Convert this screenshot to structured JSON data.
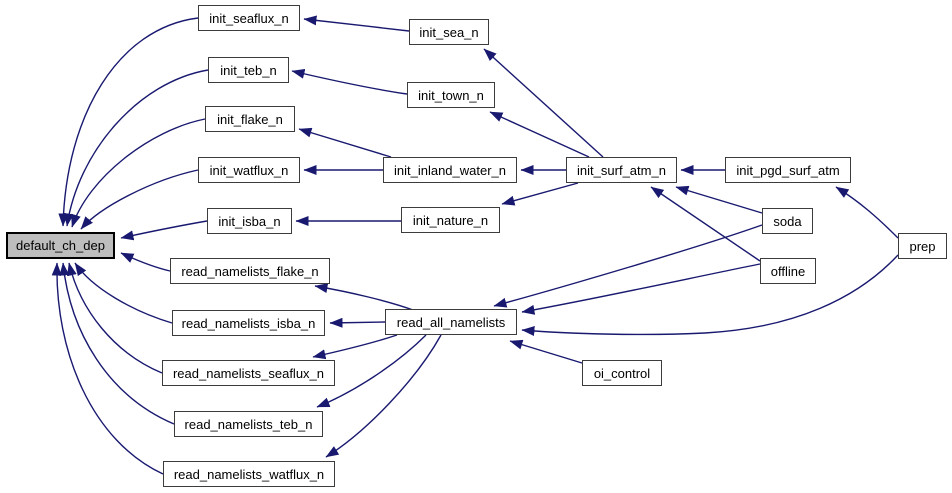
{
  "diagram": {
    "kind": "caller-graph",
    "root_node": "default_ch_dep",
    "colors": {
      "edge": "#191970",
      "box_fill": "#ffffff",
      "box_border": "#3c3c3c",
      "root_fill": "#bdbdbd",
      "root_border": "#000000",
      "text": "#000000"
    },
    "nodes": [
      {
        "id": "default_ch_dep",
        "label": "default_ch_dep"
      },
      {
        "id": "init_seaflux_n",
        "label": "init_seaflux_n"
      },
      {
        "id": "init_teb_n",
        "label": "init_teb_n"
      },
      {
        "id": "init_flake_n",
        "label": "init_flake_n"
      },
      {
        "id": "init_watflux_n",
        "label": "init_watflux_n"
      },
      {
        "id": "init_isba_n",
        "label": "init_isba_n"
      },
      {
        "id": "read_namelists_flake_n",
        "label": "read_namelists_flake_n"
      },
      {
        "id": "read_namelists_isba_n",
        "label": "read_namelists_isba_n"
      },
      {
        "id": "read_namelists_seaflux_n",
        "label": "read_namelists_seaflux_n"
      },
      {
        "id": "read_namelists_teb_n",
        "label": "read_namelists_teb_n"
      },
      {
        "id": "read_namelists_watflux_n",
        "label": "read_namelists_watflux_n"
      },
      {
        "id": "init_sea_n",
        "label": "init_sea_n"
      },
      {
        "id": "init_town_n",
        "label": "init_town_n"
      },
      {
        "id": "init_inland_water_n",
        "label": "init_inland_water_n"
      },
      {
        "id": "init_nature_n",
        "label": "init_nature_n"
      },
      {
        "id": "read_all_namelists",
        "label": "read_all_namelists"
      },
      {
        "id": "init_surf_atm_n",
        "label": "init_surf_atm_n"
      },
      {
        "id": "oi_control",
        "label": "oi_control"
      },
      {
        "id": "init_pgd_surf_atm",
        "label": "init_pgd_surf_atm"
      },
      {
        "id": "soda",
        "label": "soda"
      },
      {
        "id": "offline",
        "label": "offline"
      },
      {
        "id": "prep",
        "label": "prep"
      }
    ],
    "edges": [
      {
        "from": "init_seaflux_n",
        "to": "default_ch_dep"
      },
      {
        "from": "init_teb_n",
        "to": "default_ch_dep"
      },
      {
        "from": "init_flake_n",
        "to": "default_ch_dep"
      },
      {
        "from": "init_watflux_n",
        "to": "default_ch_dep"
      },
      {
        "from": "init_isba_n",
        "to": "default_ch_dep"
      },
      {
        "from": "read_namelists_flake_n",
        "to": "default_ch_dep"
      },
      {
        "from": "read_namelists_isba_n",
        "to": "default_ch_dep"
      },
      {
        "from": "read_namelists_seaflux_n",
        "to": "default_ch_dep"
      },
      {
        "from": "read_namelists_teb_n",
        "to": "default_ch_dep"
      },
      {
        "from": "read_namelists_watflux_n",
        "to": "default_ch_dep"
      },
      {
        "from": "init_sea_n",
        "to": "init_seaflux_n"
      },
      {
        "from": "init_town_n",
        "to": "init_teb_n"
      },
      {
        "from": "init_inland_water_n",
        "to": "init_flake_n"
      },
      {
        "from": "init_inland_water_n",
        "to": "init_watflux_n"
      },
      {
        "from": "init_nature_n",
        "to": "init_isba_n"
      },
      {
        "from": "init_surf_atm_n",
        "to": "init_sea_n"
      },
      {
        "from": "init_surf_atm_n",
        "to": "init_town_n"
      },
      {
        "from": "init_surf_atm_n",
        "to": "init_inland_water_n"
      },
      {
        "from": "init_surf_atm_n",
        "to": "init_nature_n"
      },
      {
        "from": "read_all_namelists",
        "to": "read_namelists_flake_n"
      },
      {
        "from": "read_all_namelists",
        "to": "read_namelists_isba_n"
      },
      {
        "from": "read_all_namelists",
        "to": "read_namelists_seaflux_n"
      },
      {
        "from": "read_all_namelists",
        "to": "read_namelists_teb_n"
      },
      {
        "from": "read_all_namelists",
        "to": "read_namelists_watflux_n"
      },
      {
        "from": "init_pgd_surf_atm",
        "to": "init_surf_atm_n"
      },
      {
        "from": "soda",
        "to": "init_surf_atm_n"
      },
      {
        "from": "offline",
        "to": "init_surf_atm_n"
      },
      {
        "from": "soda",
        "to": "read_all_namelists"
      },
      {
        "from": "offline",
        "to": "read_all_namelists"
      },
      {
        "from": "prep",
        "to": "init_pgd_surf_atm"
      },
      {
        "from": "prep",
        "to": "read_all_namelists"
      },
      {
        "from": "oi_control",
        "to": "read_all_namelists"
      }
    ]
  }
}
